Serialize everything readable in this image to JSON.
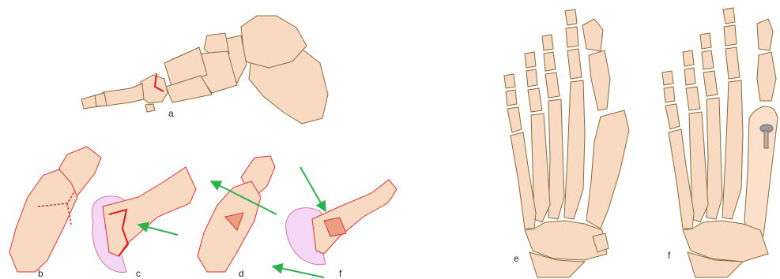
{
  "labels": {
    "a": "a",
    "b": "b",
    "c": "c",
    "d": "d",
    "f_small": "f",
    "e": "e",
    "f_large": "f"
  },
  "colors": {
    "bone_fill": "#f8d9c2",
    "bone_stroke": "#8a6a3a",
    "cut_line": "#e01818",
    "arrow": "#2bb24c",
    "pad_fill": "#f4d7f4",
    "pad_stroke": "#d07a9a",
    "dark_wedge": "#ec9f80",
    "screw": "#9a9a9a"
  }
}
